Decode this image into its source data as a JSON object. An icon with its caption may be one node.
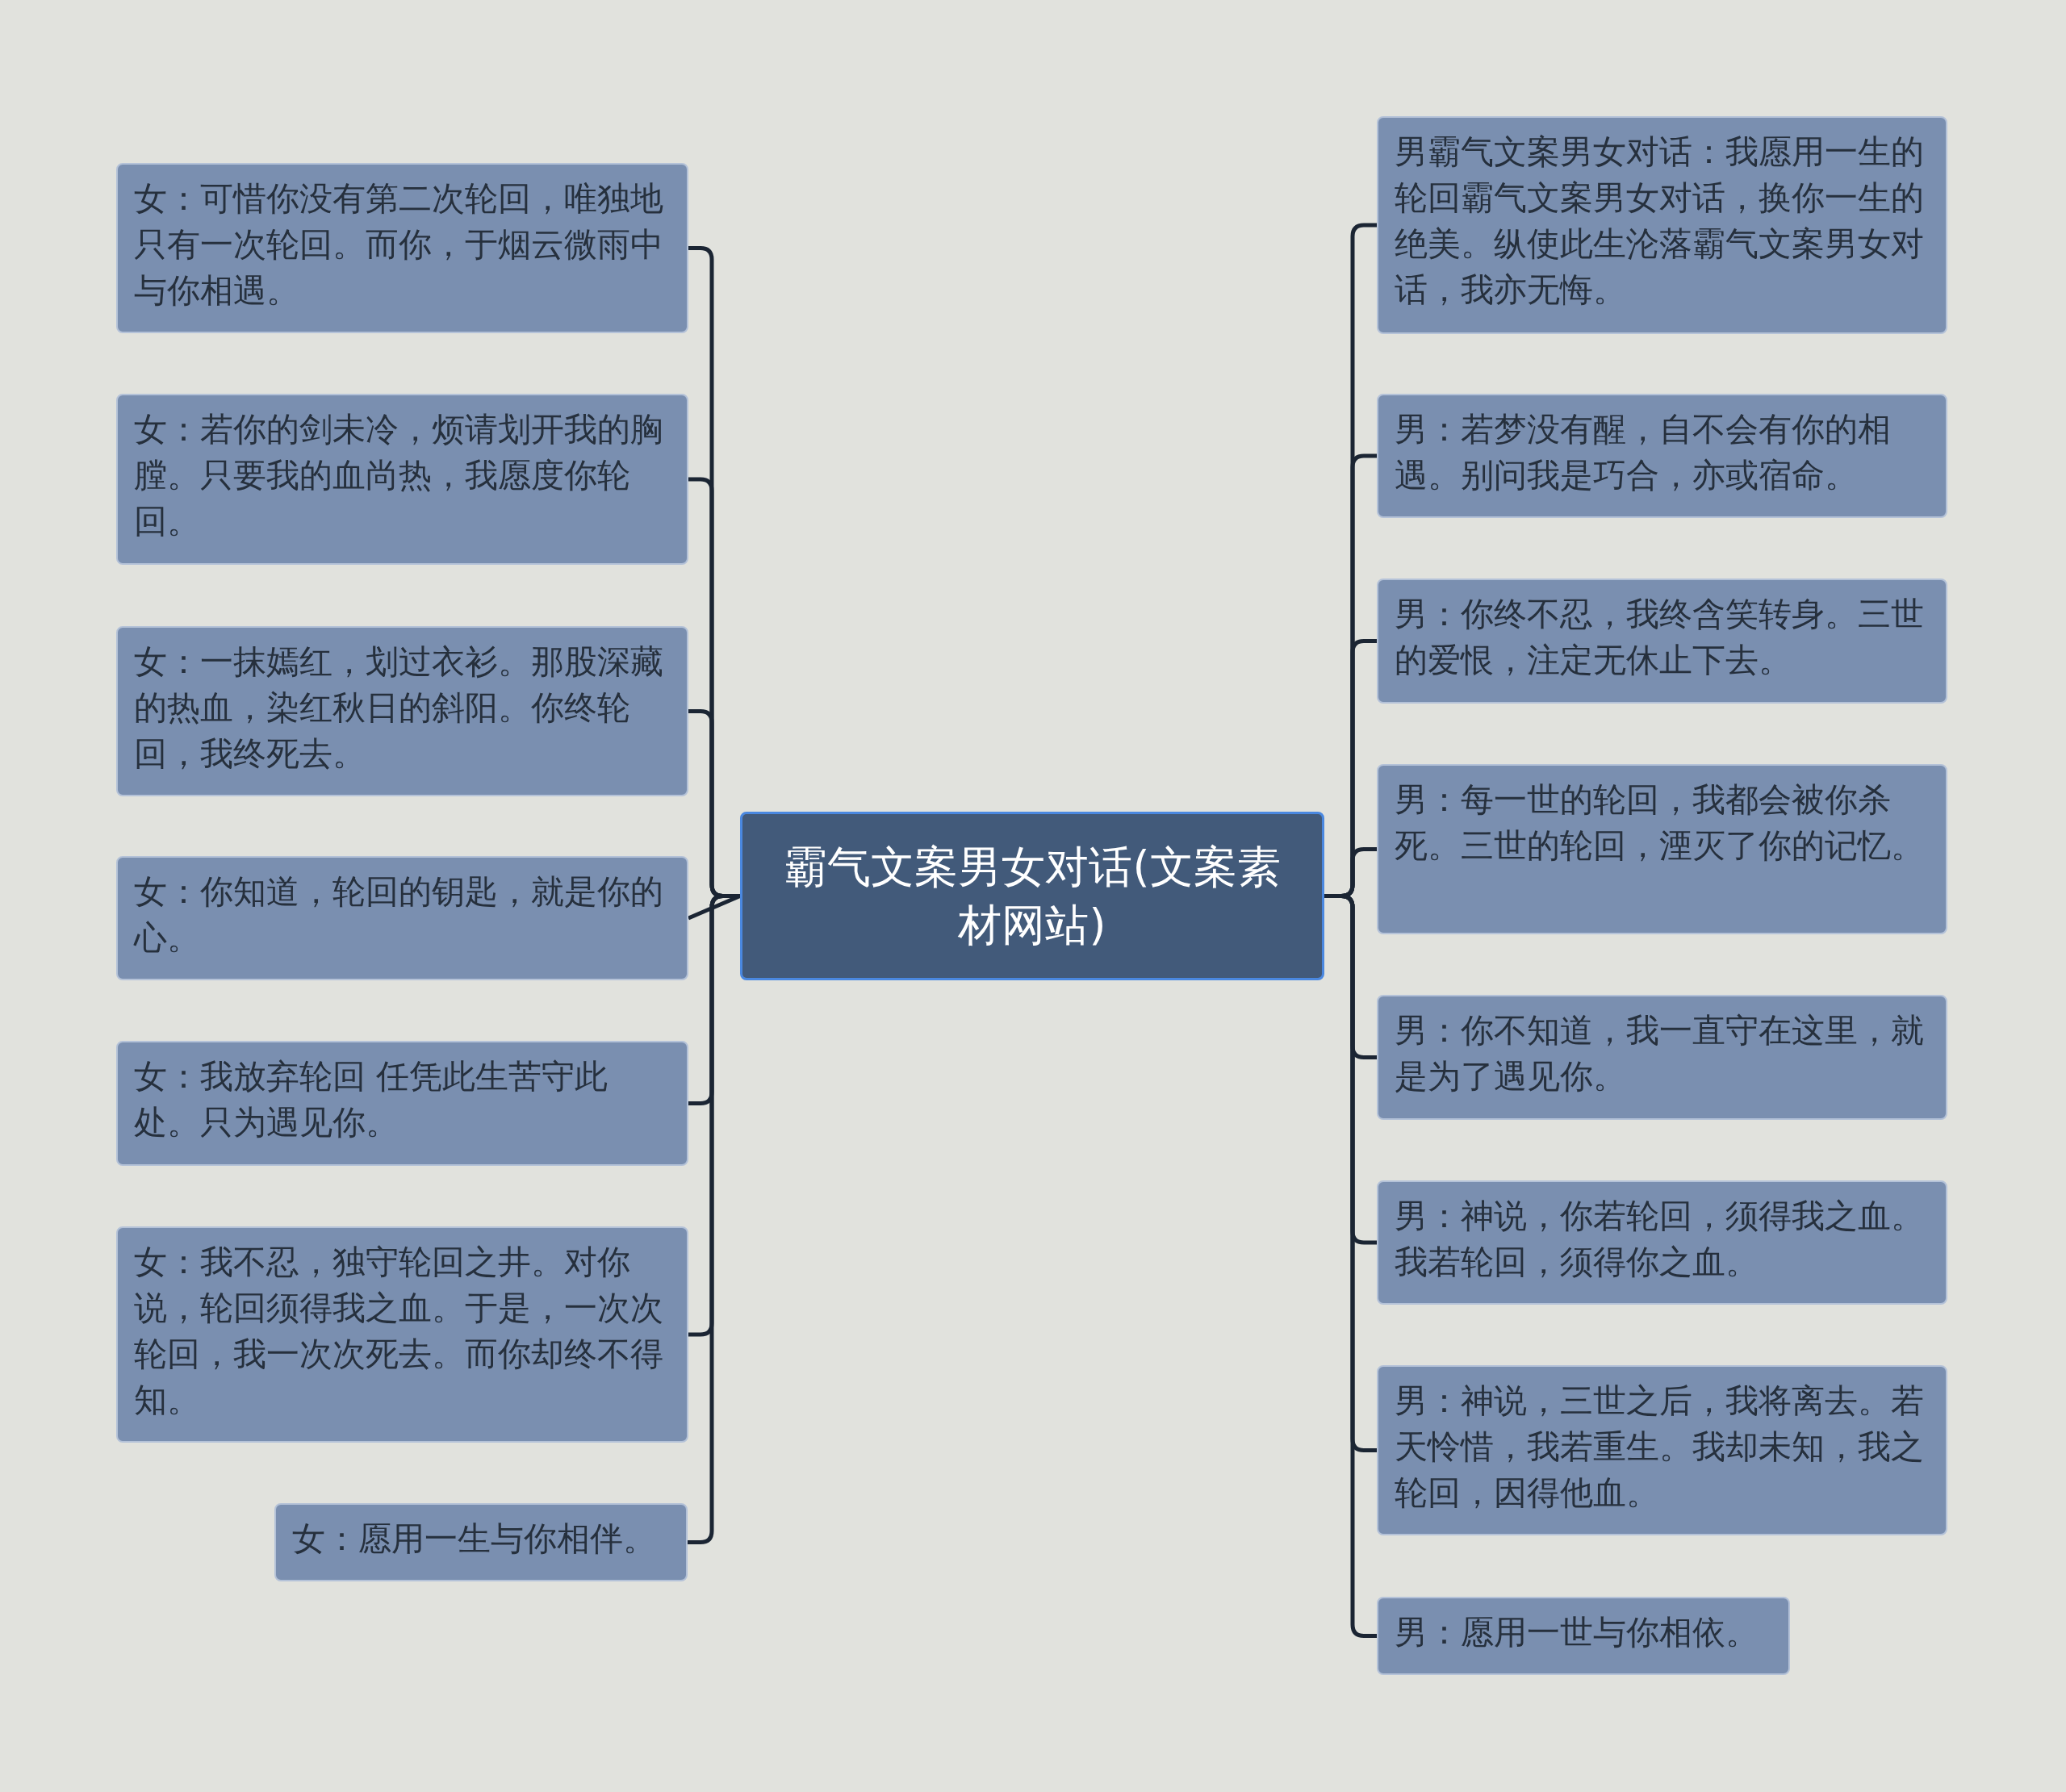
{
  "diagram": {
    "nodes": [
      {
        "text": [
          "霸气文案男女对话(文案素材网站)"
        ]
      },
      {
        "text": [
          "女：可惜你没有第二次轮回，唯独地只有一次轮回。而你，于烟云微雨中与你相遇。"
        ]
      },
      {
        "text": [
          "女：若你的剑未冷，烦请划开我的胸膛。只要我的血尚热，我愿度你轮回。"
        ]
      },
      {
        "text": [
          "女：一抹嫣红，划过衣衫。那股深藏的热血，染红秋日的斜阳。你终轮回，我终死去。"
        ]
      },
      {
        "text": [
          "女：你知道，轮回的钥匙，就是你的心。"
        ]
      },
      {
        "text": [
          "女：我放弃轮回 任凭此生苦守此处。只为遇见你。"
        ]
      },
      {
        "text": [
          "女：我不忍，独守轮回之井。对你说，轮回须得我之血。于是，一次次轮回，我一次次死去。而你却终不得知。"
        ]
      },
      {
        "text": [
          "女：愿用一生与你相伴。"
        ]
      },
      {
        "text": [
          "男霸气文案男女对话：我愿用一生的轮回霸气文案男女对话，换你一生的绝美。纵使此生沦落霸气文案男女对话，我亦无悔。"
        ]
      },
      {
        "text": [
          "男：若梦没有醒，自不会有你的相遇。别问我是巧合，亦或宿命。"
        ]
      },
      {
        "text": [
          "男：你终不忍，我终含笑转身。三世的爱恨，注定无休止下去。"
        ]
      },
      {
        "text": [
          "男：每一世的轮回，我都会被你杀死。三世的轮回，湮灭了你的记忆。"
        ]
      },
      {
        "text": [
          "男：你不知道，我一直守在这里，就是为了遇见你。"
        ]
      },
      {
        "text": [
          "男：神说，你若轮回，须得我之血。我若轮回，须得你之血。"
        ]
      },
      {
        "text": [
          "男：神说，三世之后，我将离去。若天怜惜，我若重生。我却未知，我之轮回，因得他血。"
        ]
      },
      {
        "text": [
          "男：愿用一世与你相依。"
        ]
      }
    ],
    "edges": [
      {
        "from": 0,
        "to": 1,
        "arrow": "none"
      },
      {
        "from": 0,
        "to": 2,
        "arrow": "none"
      },
      {
        "from": 0,
        "to": 3,
        "arrow": "none"
      },
      {
        "from": 0,
        "to": 4,
        "arrow": "none"
      },
      {
        "from": 0,
        "to": 5,
        "arrow": "none"
      },
      {
        "from": 0,
        "to": 6,
        "arrow": "none"
      },
      {
        "from": 0,
        "to": 7,
        "arrow": "none"
      },
      {
        "from": 0,
        "to": 8,
        "arrow": "none"
      },
      {
        "from": 0,
        "to": 9,
        "arrow": "none"
      },
      {
        "from": 0,
        "to": 10,
        "arrow": "none"
      },
      {
        "from": 0,
        "to": 11,
        "arrow": "none"
      },
      {
        "from": 0,
        "to": 12,
        "arrow": "none"
      },
      {
        "from": 0,
        "to": 13,
        "arrow": "none"
      },
      {
        "from": 0,
        "to": 14,
        "arrow": "none"
      },
      {
        "from": 0,
        "to": 15,
        "arrow": "none"
      }
    ]
  }
}
